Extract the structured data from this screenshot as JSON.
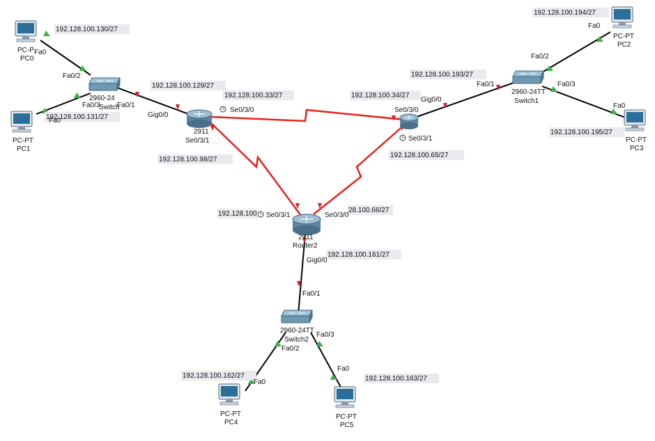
{
  "colors": {
    "ethernet_link": "#000000",
    "serial_link": "#e8201c",
    "port_up": "#3cb043",
    "port_down": "#d8202a",
    "label_bg": "#e9e9ee",
    "router_body": "#6f93ad",
    "switch_body": "#6f98b2",
    "pc_screen": "#2b6e9a"
  },
  "icons": {
    "pc": "pc-icon",
    "router": "router-icon",
    "switch": "switch-icon",
    "clock": "clock-icon"
  },
  "devices": {
    "pc0": {
      "model": "PC-P",
      "name": "PC0"
    },
    "pc1": {
      "model": "PC-PT",
      "name": "PC1"
    },
    "pc2": {
      "model": "PC-PT",
      "name": "PC2"
    },
    "pc3": {
      "model": "PC-PT",
      "name": "PC3"
    },
    "pc4": {
      "model": "PC-PT",
      "name": "PC4"
    },
    "pc5": {
      "model": "PC-PT",
      "name": "PC5"
    },
    "switch0": {
      "model": "2960-24",
      "name": "Switch"
    },
    "switch1": {
      "model": "2960-24TT",
      "name": "Switch1"
    },
    "switch2": {
      "model": "2960-24TT",
      "name": "Switch2"
    },
    "router0": {
      "model": "2911",
      "name": ""
    },
    "router1": {
      "model": "",
      "name": ""
    },
    "router2": {
      "model": "2911",
      "name": "Router2"
    }
  },
  "ip_labels": {
    "pc0": "192.128.100.130/27",
    "pc1": "192.128.100.131/27",
    "r0_gig": "192.128.100.129/27",
    "r0_se030": "192.128.100.33/27",
    "r0_se031": "192.128.100.98/27",
    "r1_se030": "192.128.100.34/27",
    "r1_gig": "192.128.100.193/27",
    "r1_se031": "192.128.100.65/27",
    "pc2": "192.128.100.194/27",
    "pc3": "192.128.100.195/27",
    "r2_se031": "192.128.100",
    "r2_se030": "28.100.66/27",
    "r2_gig": "192.128.100.161/27",
    "pc4": "192.128.100.162/27",
    "pc5": "192.128.100.163/27"
  },
  "ports": {
    "pc0_fa0": "Fa0",
    "sw0_fa02": "Fa0/2",
    "pc1_fa0": "Fa0",
    "sw0_fa03": "Fa0/3",
    "sw0_fa01": "Fa0/1",
    "r0_gig": "Gig0/0",
    "r0_se030": "Se0/3/0",
    "r0_se031": "Se0/3/1",
    "r1_se030": "Se0/3/0",
    "r1_gig": "Gig0/0",
    "r1_se031": "Se0/3/1",
    "sw1_fa01": "Fa0/1",
    "sw1_fa02": "Fa0/2",
    "sw1_fa03": "Fa0/3",
    "pc2_fa0": "Fa0",
    "pc3_fa0": "Fa0",
    "r2_se031": "Se0/3/1",
    "r2_se030": "Se0/3/0",
    "r2_gig": "Gig0/0",
    "sw2_fa01": "Fa0/1",
    "sw2_fa02": "Fa0/2",
    "sw2_fa03": "Fa0/3",
    "pc4_fa0": "Fa0",
    "pc5_fa0": "Fa0"
  }
}
